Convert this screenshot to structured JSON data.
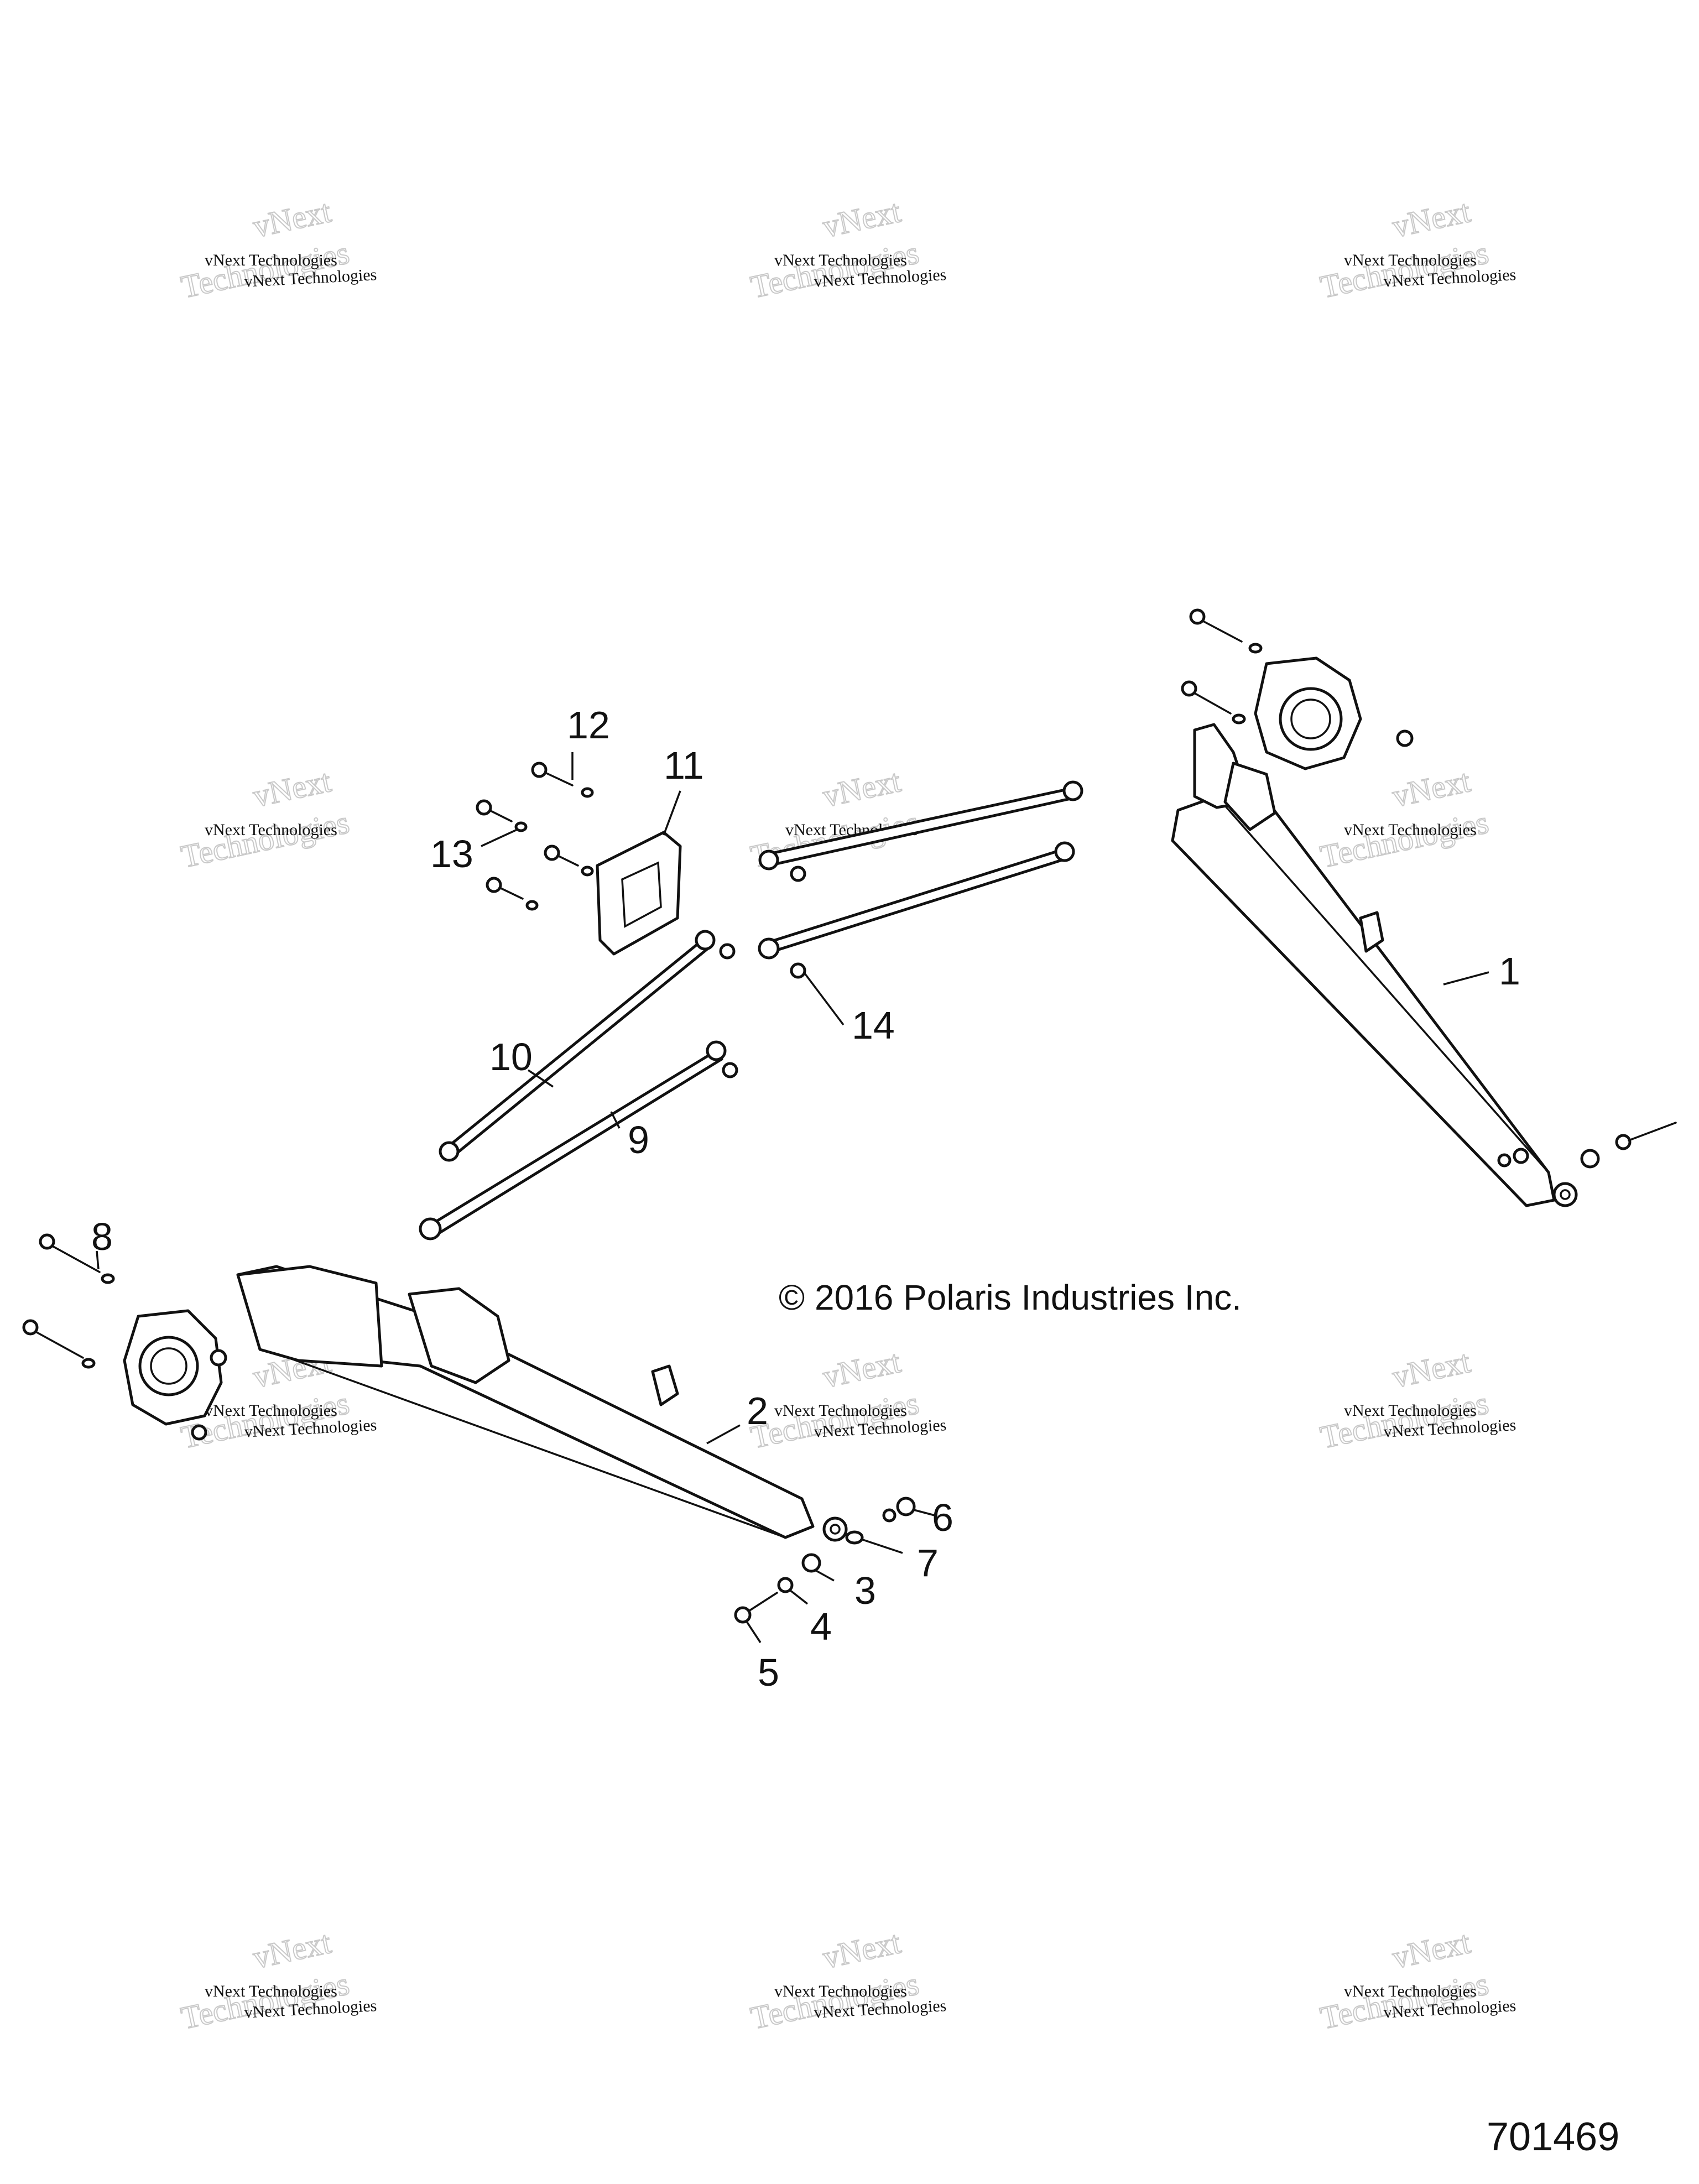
{
  "watermark": {
    "line_small": "vNext Technologies",
    "line_big_1": "vNext",
    "line_big_2": "Technologies"
  },
  "copyright": "© 2016 Polaris Industries Inc.",
  "drawing_number": "701469",
  "callouts": [
    "1",
    "2",
    "3",
    "4",
    "5",
    "6",
    "7",
    "8",
    "9",
    "10",
    "11",
    "12",
    "13",
    "14"
  ]
}
